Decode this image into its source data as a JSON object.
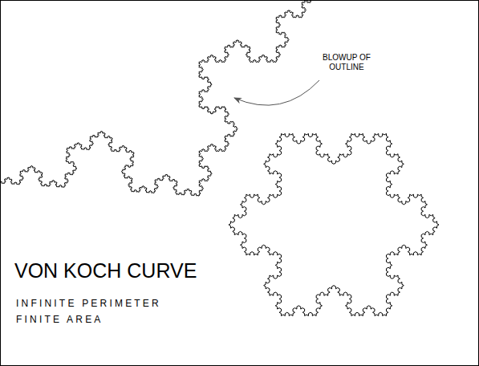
{
  "diagram": {
    "title": "VON KOCH CURVE",
    "labels": [
      "BLOWUP OF OUTLINE",
      "INFINITE PERIMETER",
      "FINITE AREA"
    ]
  }
}
